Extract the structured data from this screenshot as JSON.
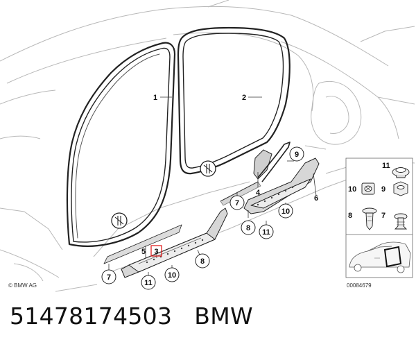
{
  "diagram": {
    "callouts": {
      "c1": "1",
      "c2": "2",
      "c3": "3",
      "c4": "4",
      "c5": "5",
      "c6": "6",
      "c7a": "7",
      "c7b": "7",
      "c8": "8",
      "c9": "9",
      "c10a": "10",
      "c10b": "10",
      "c11a": "11",
      "c11b": "11"
    },
    "copyright": "© BMW AG",
    "drawing_number": "00084679",
    "legend": {
      "l11": "11",
      "l10": "10",
      "l9": "9",
      "l8": "8",
      "l7": "7"
    },
    "colors": {
      "line": "#9a9a9a",
      "outline": "#222222",
      "highlight": "#e02020"
    }
  },
  "caption": {
    "part_number": "51478174503",
    "brand": "BMW"
  }
}
